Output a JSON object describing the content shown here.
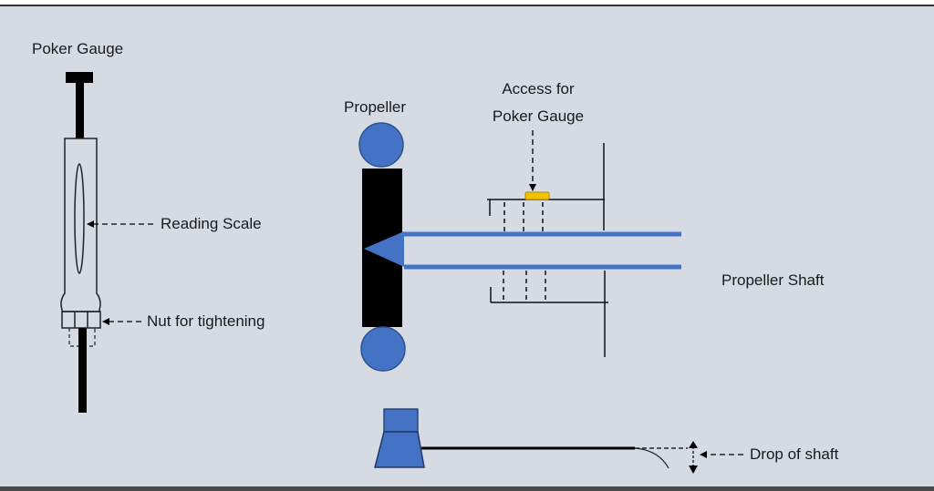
{
  "diagram": {
    "title": "Poker gauge measurement of propeller shaft drop",
    "labels": {
      "poker_gauge": "Poker Gauge",
      "reading_scale": "Reading Scale",
      "nut_for_tightening": "Nut for tightening",
      "propeller": "Propeller",
      "access_line1": "Access for",
      "access_line2": "Poker Gauge",
      "propeller_shaft": "Propeller Shaft",
      "drop_of_shaft": "Drop of shaft"
    },
    "colors": {
      "background": "#d6dbe3",
      "blue_fill": "#4472c4",
      "blue_stroke": "#2f528f",
      "black": "#000000",
      "access_point": "#f2c200",
      "access_stroke": "#b08a00"
    }
  }
}
